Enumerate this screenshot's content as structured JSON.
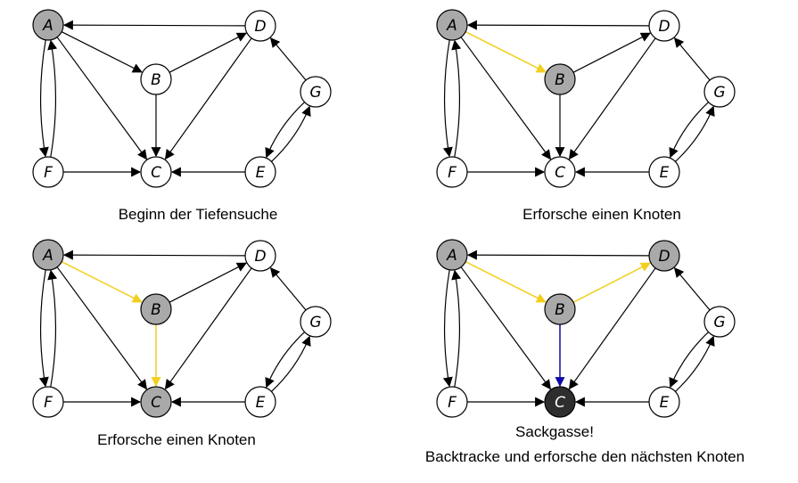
{
  "colors": {
    "unvisited_fill": "#ffffff",
    "visited_fill": "#a9a9a9",
    "finished_fill": "#2e2e2e",
    "edge": "#000000",
    "explore_edge": "#f2cf1e",
    "backtrack_edge": "#0a0aa8",
    "label_dark": "#000000",
    "label_light": "#ffffff"
  },
  "edges": [
    {
      "id": "D-A",
      "from": "D",
      "to": "A"
    },
    {
      "id": "A-B",
      "from": "A",
      "to": "B"
    },
    {
      "id": "A-C",
      "from": "A",
      "to": "C"
    },
    {
      "id": "A-F",
      "from": "A",
      "to": "F"
    },
    {
      "id": "F-A",
      "from": "F",
      "to": "A"
    },
    {
      "id": "F-C",
      "from": "F",
      "to": "C"
    },
    {
      "id": "B-C",
      "from": "B",
      "to": "C"
    },
    {
      "id": "B-D",
      "from": "B",
      "to": "D"
    },
    {
      "id": "D-C",
      "from": "D",
      "to": "C"
    },
    {
      "id": "E-C",
      "from": "E",
      "to": "C"
    },
    {
      "id": "G-D",
      "from": "G",
      "to": "D"
    },
    {
      "id": "G-E",
      "from": "G",
      "to": "E"
    },
    {
      "id": "E-G",
      "from": "E",
      "to": "G"
    }
  ],
  "panels": [
    {
      "captions": [
        "Beginn der Tiefensuche"
      ],
      "node_states": {
        "A": "visited",
        "B": "unvisited",
        "C": "unvisited",
        "D": "unvisited",
        "E": "unvisited",
        "F": "unvisited",
        "G": "unvisited"
      },
      "edge_states": {}
    },
    {
      "captions": [
        "Erforsche einen Knoten"
      ],
      "node_states": {
        "A": "visited",
        "B": "visited",
        "C": "unvisited",
        "D": "unvisited",
        "E": "unvisited",
        "F": "unvisited",
        "G": "unvisited"
      },
      "edge_states": {
        "A-B": "explore"
      }
    },
    {
      "captions": [
        "Erforsche einen Knoten"
      ],
      "node_states": {
        "A": "visited",
        "B": "visited",
        "C": "visited",
        "D": "unvisited",
        "E": "unvisited",
        "F": "unvisited",
        "G": "unvisited"
      },
      "edge_states": {
        "A-B": "explore",
        "B-C": "explore"
      }
    },
    {
      "captions": [
        "Sackgasse!",
        "Backtracke und erforsche den nächsten Knoten"
      ],
      "node_states": {
        "A": "visited",
        "B": "visited",
        "C": "finished",
        "D": "visited",
        "E": "unvisited",
        "F": "unvisited",
        "G": "unvisited"
      },
      "edge_states": {
        "A-B": "explore",
        "B-D": "explore",
        "B-C": "backtrack"
      }
    }
  ]
}
